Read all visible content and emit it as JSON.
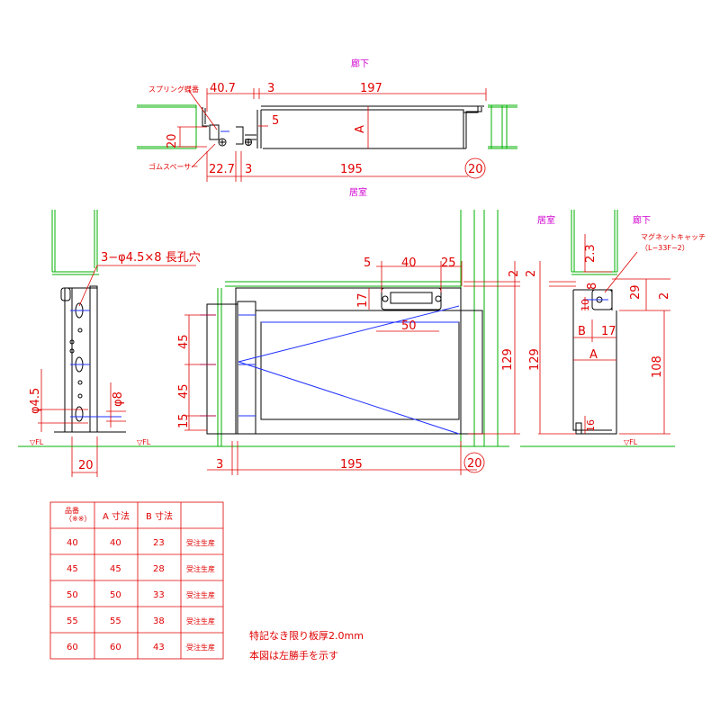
{
  "labels": {
    "corridor": "廊下",
    "room": "居室",
    "spring": "スプリング蝶番",
    "rubber": "ゴムスペーサー",
    "holes": "3−φ4.5×8 長孔穴",
    "magnet": "マグネットキャッチ",
    "magnet_model": "（L−33F−2）",
    "fl": "▽FL",
    "note1": "特記なき限り板厚2.0mm",
    "note2": "本図は左勝手を示す"
  },
  "dims": {
    "d40_7": "40.7",
    "d3": "3",
    "d197": "197",
    "d5": "5",
    "dA": "A",
    "d20": "20",
    "d22_7": "22.7",
    "d195": "195",
    "d20c": "20",
    "d40": "40",
    "d25": "25",
    "d2": "2",
    "d17": "17",
    "d50": "50",
    "d45": "45",
    "d15": "15",
    "d129": "129",
    "d4_5": "φ4.5",
    "d8": "φ8",
    "d2_3": "2.3",
    "d8b": "8",
    "d29": "29",
    "d10": "10",
    "dB": "B",
    "d108": "108",
    "d16": "16"
  },
  "table": {
    "headers": [
      "品番\n（※※）",
      "A 寸法",
      "B 寸法",
      ""
    ],
    "rows": [
      [
        "40",
        "40",
        "23",
        "受注生産"
      ],
      [
        "45",
        "45",
        "28",
        "受注生産"
      ],
      [
        "50",
        "50",
        "33",
        "受注生産"
      ],
      [
        "55",
        "55",
        "38",
        "受注生産"
      ],
      [
        "60",
        "60",
        "43",
        "受注生産"
      ]
    ]
  }
}
